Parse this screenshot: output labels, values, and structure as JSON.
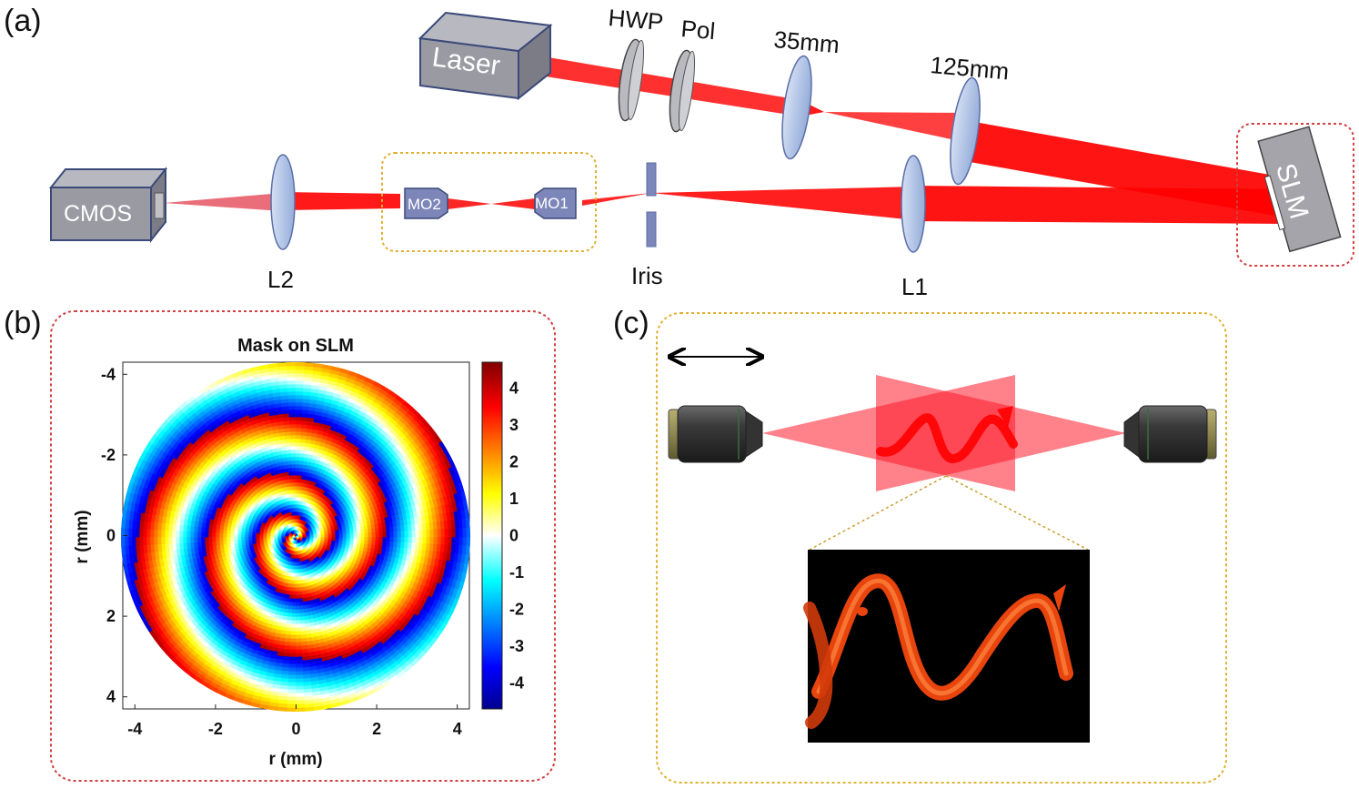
{
  "panels": {
    "a": "(a)",
    "b": "(b)",
    "c": "(c)"
  },
  "setup": {
    "laser": "Laser",
    "hwp": "HWP",
    "pol": "Pol",
    "lens_35": "35mm",
    "lens_125": "125mm",
    "slm": "SLM",
    "cmos": "CMOS",
    "l2": "L2",
    "mo2": "MO2",
    "mo1": "MO1",
    "iris": "Iris",
    "l1": "L1"
  },
  "mask_plot": {
    "title": "Mask on SLM",
    "xlabel": "r (mm)",
    "ylabel": "r (mm)",
    "x_ticks": [
      "-4",
      "-2",
      "0",
      "2",
      "4"
    ],
    "y_ticks": [
      "-4",
      "-2",
      "0",
      "2",
      "4"
    ],
    "colorbar_ticks": [
      "4",
      "3",
      "2",
      "1",
      "0",
      "-1",
      "-2",
      "-3",
      "-4"
    ],
    "xlim": [
      -4.3,
      4.3
    ],
    "ylim": [
      -4.3,
      4.3
    ],
    "colorbar_range": [
      -4.7,
      4.7
    ],
    "colormap": "jet"
  },
  "colors": {
    "beam": "#ff0000",
    "component_fill": "#a9a9b1",
    "lens_fill": "#b4c6e7",
    "lens_stroke": "#5b6ea8",
    "slm_frame": "#d04040",
    "mo_frame": "#e0b030",
    "helix": "#e8440e"
  }
}
